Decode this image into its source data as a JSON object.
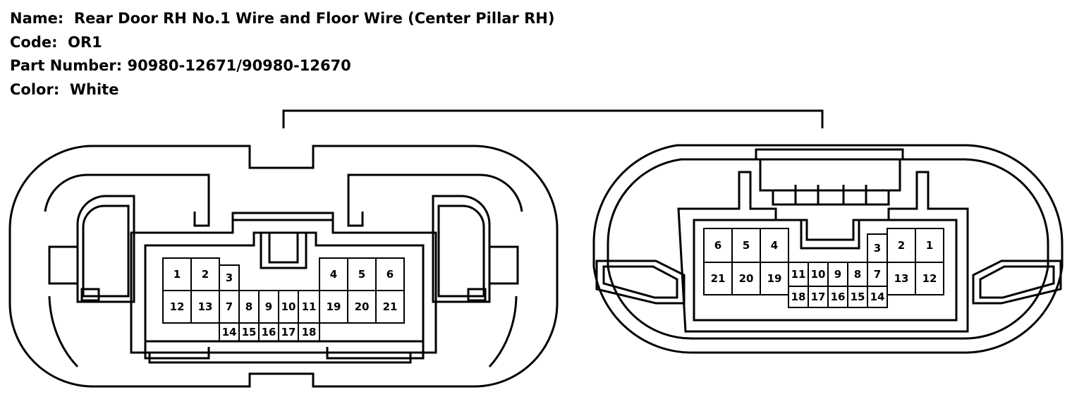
{
  "info": {
    "name_label": "Name:",
    "name_value": "Rear Door RH No.1 Wire and Floor Wire (Center Pillar RH)",
    "code_label": "Code:",
    "code_value": "OR1",
    "part_label": "Part Number:",
    "part_value": "90980-12671/90980-12670",
    "color_label": "Color:",
    "color_value": "White"
  },
  "left_connector_pins": [
    {
      "id": "1"
    },
    {
      "id": "2"
    },
    {
      "id": "3"
    },
    {
      "id": "4"
    },
    {
      "id": "5"
    },
    {
      "id": "6"
    },
    {
      "id": "12"
    },
    {
      "id": "13"
    },
    {
      "id": "7"
    },
    {
      "id": "8"
    },
    {
      "id": "9"
    },
    {
      "id": "10"
    },
    {
      "id": "11"
    },
    {
      "id": "19"
    },
    {
      "id": "20"
    },
    {
      "id": "21"
    },
    {
      "id": "14"
    },
    {
      "id": "15"
    },
    {
      "id": "16"
    },
    {
      "id": "17"
    },
    {
      "id": "18"
    }
  ],
  "right_connector_pins": [
    {
      "id": "6"
    },
    {
      "id": "5"
    },
    {
      "id": "4"
    },
    {
      "id": "3"
    },
    {
      "id": "2"
    },
    {
      "id": "1"
    },
    {
      "id": "21"
    },
    {
      "id": "20"
    },
    {
      "id": "19"
    },
    {
      "id": "11"
    },
    {
      "id": "10"
    },
    {
      "id": "9"
    },
    {
      "id": "8"
    },
    {
      "id": "7"
    },
    {
      "id": "13"
    },
    {
      "id": "12"
    },
    {
      "id": "18"
    },
    {
      "id": "17"
    },
    {
      "id": "16"
    },
    {
      "id": "15"
    },
    {
      "id": "14"
    }
  ]
}
